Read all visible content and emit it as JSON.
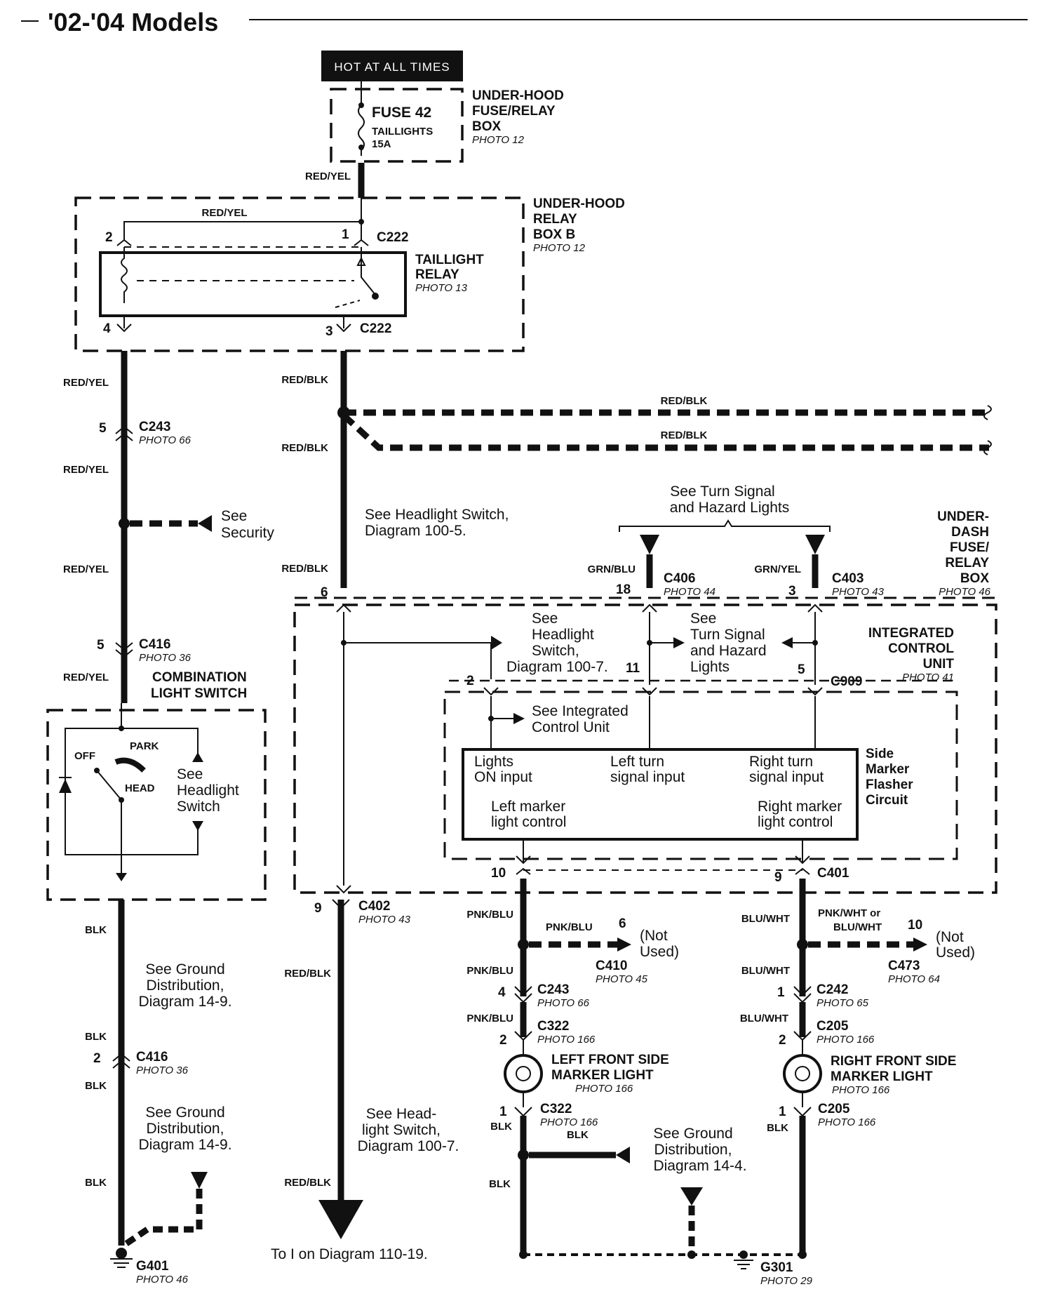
{
  "title": "'02-'04 Models",
  "hot_at_all_times": "HOT AT ALL TIMES",
  "fuse": {
    "name": "FUSE 42",
    "label": "TAILLIGHTS",
    "amps": "15A"
  },
  "under_hood_fuse_box": {
    "line1": "UNDER-HOOD",
    "line2": "FUSE/RELAY",
    "line3": "BOX",
    "photo": "PHOTO 12"
  },
  "relay_box_b": {
    "line1": "UNDER-HOOD",
    "line2": "RELAY",
    "line3": "BOX B",
    "photo": "PHOTO 12"
  },
  "taillight_relay": {
    "line1": "TAILLIGHT",
    "line2": "RELAY",
    "photo": "PHOTO 13"
  },
  "combination_switch": {
    "line1": "COMBINATION",
    "line2": "LIGHT SWITCH",
    "off": "OFF",
    "park": "PARK",
    "head": "HEAD",
    "note": [
      "See",
      "Headlight",
      "Switch"
    ]
  },
  "icu": {
    "line1": "INTEGRATED",
    "line2": "CONTROL",
    "line3": "UNIT",
    "photo": "PHOTO 41"
  },
  "under_dash_box": {
    "line1": "UNDER-",
    "line2": "DASH",
    "line3": "FUSE/",
    "line4": "RELAY",
    "line5": "BOX",
    "photo": "PHOTO 46"
  },
  "side_marker_circuit": {
    "line1": "Side",
    "line2": "Marker",
    "line3": "Flasher",
    "line4": "Circuit"
  },
  "circuit_inputs": {
    "lights_on": [
      "Lights",
      "ON input"
    ],
    "left_turn": [
      "Left turn",
      "signal input"
    ],
    "right_turn": [
      "Right turn",
      "signal input"
    ],
    "left_marker": [
      "Left  marker",
      "light control"
    ],
    "right_marker": [
      "Right marker",
      "light control"
    ]
  },
  "left_marker_light": {
    "line1": "LEFT FRONT SIDE",
    "line2": "MARKER LIGHT",
    "photo": "PHOTO 166"
  },
  "right_marker_light": {
    "line1": "RIGHT FRONT SIDE",
    "line2": "MARKER LIGHT",
    "photo": "PHOTO 166"
  },
  "connectors": {
    "c222a": "C222",
    "c222b": "C222",
    "c243": "C243",
    "c243_photo": "PHOTO 66",
    "c416a": "C416",
    "c416a_photo": "PHOTO 36",
    "c416b": "C416",
    "c416b_photo": "PHOTO 36",
    "c406": "C406",
    "c406_photo": "PHOTO 44",
    "c403": "C403",
    "c403_photo": "PHOTO 43",
    "c909": "C909",
    "c401": "C401",
    "c402": "C402",
    "c402_photo": "PHOTO 43",
    "c410": "C410",
    "c410_photo": "PHOTO 45",
    "c473": "C473",
    "c473_photo": "PHOTO 64",
    "c243b": "C243",
    "c243b_photo": "PHOTO 66",
    "c242": "C242",
    "c242_photo": "PHOTO 65",
    "c322a": "C322",
    "c322a_photo": "PHOTO 166",
    "c205a": "C205",
    "c205a_photo": "PHOTO 166",
    "c322b": "C322",
    "c322b_photo": "PHOTO 166",
    "c205b": "C205",
    "c205b_photo": "PHOTO 166",
    "g401": "G401",
    "g401_photo": "PHOTO 46",
    "g301": "G301",
    "g301_photo": "PHOTO 29"
  },
  "pins": {
    "relay2": "2",
    "relay1": "1",
    "relay4": "4",
    "relay3": "3",
    "c243": "5",
    "c416a": "5",
    "p6": "6",
    "p18": "18",
    "p3": "3",
    "p2": "2",
    "p11": "11",
    "p5": "5",
    "p10": "10",
    "p9": "9",
    "c402": "9",
    "c410": "6",
    "c473": "10",
    "c243b": "4",
    "c242": "1",
    "c322a": "2",
    "c205a": "2",
    "c322b": "1",
    "c205b": "1",
    "c416b": "2"
  },
  "wires": {
    "red_yel": "RED/YEL",
    "red_blk": "RED/BLK",
    "grn_blu": "GRN/BLU",
    "grn_yel": "GRN/YEL",
    "pnk_blu": "PNK/BLU",
    "blu_wht": "BLU/WHT",
    "pnk_wht_or": "PNK/WHT or",
    "blk": "BLK"
  },
  "notes": {
    "security": [
      "See",
      "Security"
    ],
    "headlight_5": [
      "See Headlight Switch,",
      "Diagram 100-5."
    ],
    "turn_signal_top": [
      "See Turn Signal",
      "and Hazard Lights"
    ],
    "headlight_7": [
      "See",
      "Headlight",
      "Switch,",
      "Diagram 100-7."
    ],
    "turn_signal_mid": [
      "See",
      "Turn Signal",
      "and Hazard",
      "Lights"
    ],
    "icu_see": [
      "See Integrated",
      "Control Unit"
    ],
    "not_used": [
      "(Not",
      "Used)"
    ],
    "ground_9a": [
      "See Ground",
      "Distribution,",
      "Diagram 14-9."
    ],
    "ground_9b": [
      "See Ground",
      "Distribution,",
      "Diagram 14-9."
    ],
    "headlight_7b": [
      "See Head-",
      "light Switch,",
      "Diagram 100-7."
    ],
    "ground_4": [
      "See Ground",
      "Distribution,",
      "Diagram 14-4."
    ],
    "to_diagram": "To I on Diagram 110-19."
  }
}
